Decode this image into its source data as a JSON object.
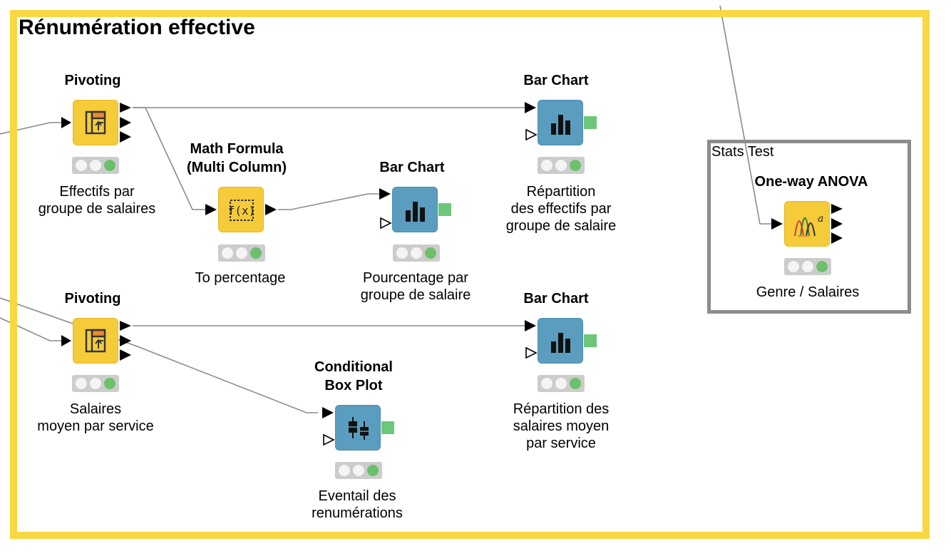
{
  "annotation": {
    "title": "Rénumération effective",
    "color": "#f7d842"
  },
  "metanode": {
    "title": "Stats Test",
    "border_color": "#8c8c8c"
  },
  "nodes": [
    {
      "id": "pivoting1",
      "title": "Pivoting",
      "label": "Effectifs par\ngroupe de salaires",
      "type": "manipulator",
      "icon": "pivot-icon",
      "status": "executed"
    },
    {
      "id": "math",
      "title": "Math Formula\n(Multi Column)",
      "label": "To percentage",
      "type": "manipulator",
      "icon": "math-formula-icon",
      "status": "executed"
    },
    {
      "id": "bar1",
      "title": "Bar Chart",
      "label": "Pourcentage par\ngroupe de salaire",
      "type": "visualizer",
      "icon": "bar-chart-icon",
      "status": "executed"
    },
    {
      "id": "bar2",
      "title": "Bar Chart",
      "label": "Répartition\ndes effectifs par\ngroupe de salaire",
      "type": "visualizer",
      "icon": "bar-chart-icon",
      "status": "executed"
    },
    {
      "id": "pivoting2",
      "title": "Pivoting",
      "label": "Salaires\nmoyen par service",
      "type": "manipulator",
      "icon": "pivot-icon",
      "status": "executed"
    },
    {
      "id": "boxplot",
      "title": "Conditional\nBox Plot",
      "label": "Eventail des\nrenumérations",
      "type": "visualizer",
      "icon": "box-plot-icon",
      "status": "executed"
    },
    {
      "id": "bar3",
      "title": "Bar Chart",
      "label": "Répartition des\nsalaires moyen\npar service",
      "type": "visualizer",
      "icon": "bar-chart-icon",
      "status": "executed"
    },
    {
      "id": "anova",
      "title": "One-way ANOVA",
      "label": "Genre / Salaires",
      "type": "manipulator",
      "icon": "anova-icon",
      "status": "executed"
    }
  ],
  "colors": {
    "manipulator": "#f5cb3a",
    "visualizer": "#5b9dbf",
    "status_ok": "#6cc06c",
    "view_port": "#6cc77a",
    "wire": "#8a8a8a"
  }
}
